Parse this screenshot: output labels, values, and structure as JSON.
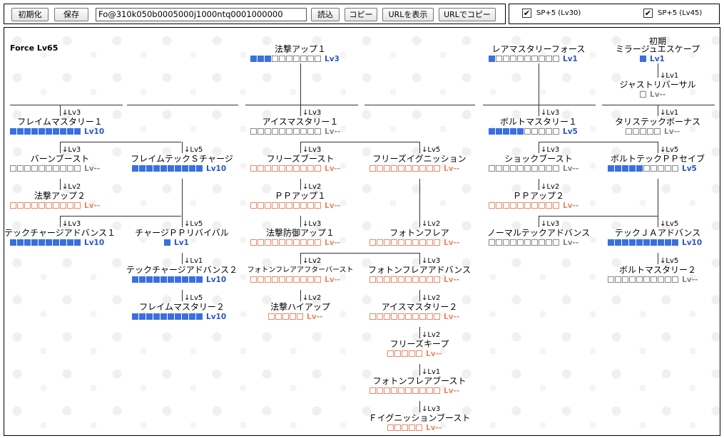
{
  "toolbar": {
    "init_label": "初期化",
    "save_label": "保存",
    "code_value": "Fo@310k050b0005000j1000ntq0001000000",
    "load_label": "読込",
    "copy_label": "コピー",
    "show_url_label": "URLを表示",
    "copy_url_label": "URLでコピー"
  },
  "options": {
    "sp_left": {
      "checked": true,
      "label": "SP+5 (Lv30)"
    },
    "sp_right": {
      "checked": true,
      "label": "SP+5 (Lv45)"
    }
  },
  "force_label": "Force Lv65",
  "nodes": [
    {
      "id": "c2-0",
      "name": "法撃アップ１",
      "max": 10,
      "filled": 3,
      "lv": "Lv3",
      "style": "blue",
      "req": ""
    },
    {
      "id": "c5-0",
      "name": "レアマスタリーフォース",
      "max": 10,
      "filled": 1,
      "lv": "Lv1",
      "style": "blue",
      "req": ""
    },
    {
      "id": "c6-0",
      "name": "ミラージュエスケープ",
      "pre": "初期",
      "max": 1,
      "filled": 1,
      "lv": "Lv1",
      "style": "blue",
      "req": ""
    },
    {
      "id": "c6-1",
      "name": "ジャストリバーサル",
      "max": 1,
      "filled": 0,
      "lv": "Lv--",
      "style": "grey",
      "req": "Lv1"
    },
    {
      "id": "c0-1",
      "name": "フレイムマスタリー１",
      "max": 10,
      "filled": 10,
      "lv": "Lv10",
      "style": "blue",
      "req": "Lv3"
    },
    {
      "id": "c2-1",
      "name": "アイスマスタリー１",
      "max": 10,
      "filled": 0,
      "lv": "Lv--",
      "style": "grey",
      "req": "Lv3"
    },
    {
      "id": "c5-1",
      "name": "ボルトマスタリー１",
      "max": 10,
      "filled": 5,
      "lv": "Lv5",
      "style": "blue",
      "req": "Lv3"
    },
    {
      "id": "c6-2",
      "name": "タリステックボーナス",
      "max": 5,
      "filled": 0,
      "lv": "Lv--",
      "style": "grey",
      "req": "Lv1"
    },
    {
      "id": "c0-2",
      "name": "バーンブースト",
      "max": 10,
      "filled": 0,
      "lv": "Lv--",
      "style": "grey",
      "req": "Lv3"
    },
    {
      "id": "c1-2",
      "name": "フレイムテックＳチャージ",
      "max": 10,
      "filled": 10,
      "lv": "Lv10",
      "style": "blue",
      "req": "Lv5"
    },
    {
      "id": "c2-2",
      "name": "フリーズブースト",
      "max": 10,
      "filled": 0,
      "lv": "Lv--",
      "style": "orange",
      "req": "Lv3"
    },
    {
      "id": "c3-2",
      "name": "フリーズイグニッション",
      "max": 10,
      "filled": 0,
      "lv": "Lv--",
      "style": "orange",
      "req": "Lv5"
    },
    {
      "id": "c5-2",
      "name": "ショックブースト",
      "max": 10,
      "filled": 0,
      "lv": "Lv--",
      "style": "grey",
      "req": "Lv3"
    },
    {
      "id": "c6-3",
      "name": "ボルトテックＰＰセイブ",
      "max": 10,
      "filled": 5,
      "lv": "Lv5",
      "style": "blue",
      "req": "Lv5"
    },
    {
      "id": "c0-3",
      "name": "法撃アップ２",
      "max": 10,
      "filled": 0,
      "lv": "Lv--",
      "style": "orange",
      "req": "Lv2"
    },
    {
      "id": "c2-3",
      "name": "ＰＰアップ１",
      "max": 10,
      "filled": 0,
      "lv": "Lv--",
      "style": "orange",
      "req": "Lv2"
    },
    {
      "id": "c5-3",
      "name": "ＰＰアップ２",
      "max": 10,
      "filled": 0,
      "lv": "Lv--",
      "style": "orange",
      "req": "Lv2"
    },
    {
      "id": "c0-4",
      "name": "テックチャージアドバンス１",
      "max": 10,
      "filled": 10,
      "lv": "Lv10",
      "style": "blue",
      "req": "Lv3"
    },
    {
      "id": "c1-4",
      "name": "チャージＰＰリバイバル",
      "max": 1,
      "filled": 1,
      "lv": "Lv1",
      "style": "blue",
      "req": "Lv5"
    },
    {
      "id": "c2-4",
      "name": "法撃防御アップ１",
      "max": 10,
      "filled": 0,
      "lv": "Lv--",
      "style": "orange",
      "req": "Lv3"
    },
    {
      "id": "c3-4",
      "name": "フォトンフレア",
      "max": 10,
      "filled": 0,
      "lv": "Lv--",
      "style": "orange",
      "req": "Lv2"
    },
    {
      "id": "c5-4",
      "name": "ノーマルテックアドバンス",
      "max": 10,
      "filled": 0,
      "lv": "Lv--",
      "style": "grey",
      "req": "Lv3"
    },
    {
      "id": "c6-4",
      "name": "テックＪＡアドバンス",
      "max": 10,
      "filled": 10,
      "lv": "Lv10",
      "style": "blue",
      "req": "Lv5"
    },
    {
      "id": "c1-5",
      "name": "テックチャージアドバンス２",
      "max": 10,
      "filled": 10,
      "lv": "Lv10",
      "style": "blue",
      "req": "Lv1"
    },
    {
      "id": "c2-5",
      "name": "フォトンフレアアフターバースト",
      "max": 10,
      "filled": 0,
      "lv": "Lv--",
      "style": "orange",
      "req": "Lv2",
      "small": true
    },
    {
      "id": "c3-5",
      "name": "フォトンフレアアドバンス",
      "max": 10,
      "filled": 0,
      "lv": "Lv--",
      "style": "orange",
      "req": "Lv3"
    },
    {
      "id": "c6-5",
      "name": "ボルトマスタリー２",
      "max": 10,
      "filled": 0,
      "lv": "Lv--",
      "style": "grey",
      "req": "Lv5"
    },
    {
      "id": "c1-6",
      "name": "フレイムマスタリー２",
      "max": 10,
      "filled": 10,
      "lv": "Lv10",
      "style": "blue",
      "req": "Lv5"
    },
    {
      "id": "c2-6",
      "name": "法撃ハイアップ",
      "max": 5,
      "filled": 0,
      "lv": "Lv--",
      "style": "orange",
      "req": "Lv2"
    },
    {
      "id": "c3-6",
      "name": "アイスマスタリー２",
      "max": 10,
      "filled": 0,
      "lv": "Lv--",
      "style": "orange",
      "req": "Lv2"
    },
    {
      "id": "c3-7",
      "name": "フリーズキープ",
      "max": 5,
      "filled": 0,
      "lv": "Lv--",
      "style": "orange",
      "req": "Lv2"
    },
    {
      "id": "c3-8",
      "name": "フォトンフレアブースト",
      "max": 10,
      "filled": 0,
      "lv": "Lv--",
      "style": "orange",
      "req": "Lv1"
    },
    {
      "id": "c3-9",
      "name": "Ｆイグニッションブースト",
      "max": 5,
      "filled": 0,
      "lv": "Lv--",
      "style": "orange",
      "req": "Lv3"
    }
  ]
}
